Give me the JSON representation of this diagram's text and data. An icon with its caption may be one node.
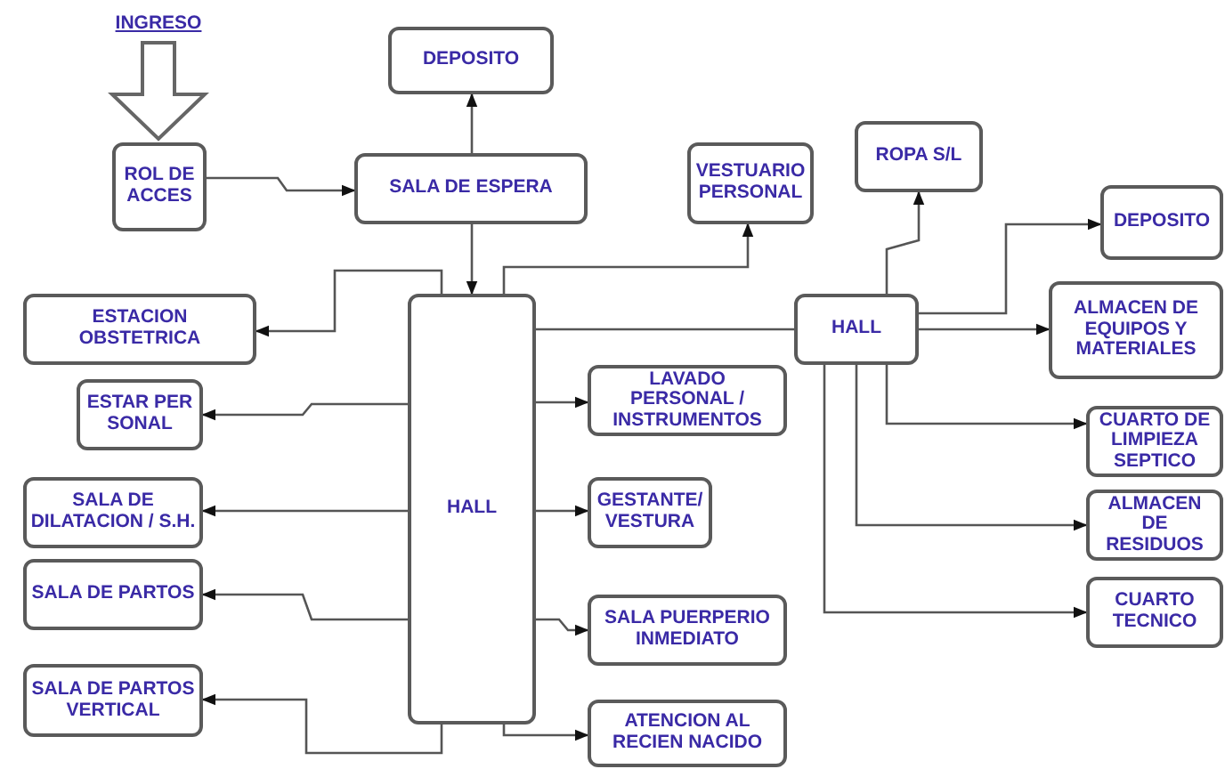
{
  "diagram": {
    "nodes": [
      {
        "text": [
          "INGRESO"
        ]
      },
      {
        "text": [
          "ROL DE ACCES"
        ]
      },
      {
        "text": [
          "DEPOSITO"
        ]
      },
      {
        "text": [
          "SALA DE ESPERA"
        ]
      },
      {
        "text": [
          "VESTUARIO PERSONAL"
        ]
      },
      {
        "text": [
          "ROPA S/L"
        ]
      },
      {
        "text": [
          "ESTACION OBSTETRICA"
        ]
      },
      {
        "text": [
          "HALL"
        ]
      },
      {
        "text": [
          "HALL"
        ]
      },
      {
        "text": [
          "DEPOSITO"
        ]
      },
      {
        "text": [
          "ALMACEN DE EQUIPOS Y MATERIALES"
        ]
      },
      {
        "text": [
          "ESTAR PERSONAL"
        ]
      },
      {
        "text": [
          "LAVADO PERSONAL / INSTRUMENTOS"
        ]
      },
      {
        "text": [
          "CUARTO DE LIMPIEZA SEPTICO"
        ]
      },
      {
        "text": [
          "SALA DE DILATACION / S.H."
        ]
      },
      {
        "text": [
          "GESTANTE/ VESTURA"
        ]
      },
      {
        "text": [
          "ALMACEN DE RESIDUOS"
        ]
      },
      {
        "text": [
          "SALA DE PARTOS"
        ]
      },
      {
        "text": [
          "CUARTO TECNICO"
        ]
      },
      {
        "text": [
          "SALA PUERPERIO INMEDIATO"
        ]
      },
      {
        "text": [
          "SALA DE PARTOS VERTICAL"
        ]
      },
      {
        "text": [
          "ATENCION AL RECIEN NACIDO"
        ]
      }
    ],
    "edges": [
      {
        "from": 0,
        "to": 1,
        "arrow": "to",
        "style": "thick"
      },
      {
        "from": 1,
        "to": 3,
        "arrow": "to"
      },
      {
        "from": 3,
        "to": 2,
        "arrow": "to"
      },
      {
        "from": 3,
        "to": 7,
        "arrow": "to"
      },
      {
        "from": 7,
        "to": 4,
        "arrow": "to"
      },
      {
        "from": 7,
        "to": 6,
        "arrow": "to"
      },
      {
        "from": 7,
        "to": 8,
        "arrow": "none"
      },
      {
        "from": 7,
        "to": 11,
        "arrow": "to"
      },
      {
        "from": 7,
        "to": 14,
        "arrow": "to"
      },
      {
        "from": 7,
        "to": 17,
        "arrow": "to"
      },
      {
        "from": 7,
        "to": 20,
        "arrow": "to"
      },
      {
        "from": 7,
        "to": 12,
        "arrow": "to"
      },
      {
        "from": 7,
        "to": 15,
        "arrow": "to"
      },
      {
        "from": 7,
        "to": 19,
        "arrow": "to"
      },
      {
        "from": 7,
        "to": 21,
        "arrow": "to"
      },
      {
        "from": 8,
        "to": 5,
        "arrow": "to"
      },
      {
        "from": 8,
        "to": 9,
        "arrow": "to"
      },
      {
        "from": 8,
        "to": 10,
        "arrow": "to"
      },
      {
        "from": 8,
        "to": 13,
        "arrow": "to"
      },
      {
        "from": 8,
        "to": 16,
        "arrow": "to"
      },
      {
        "from": 8,
        "to": 18,
        "arrow": "to"
      }
    ]
  }
}
